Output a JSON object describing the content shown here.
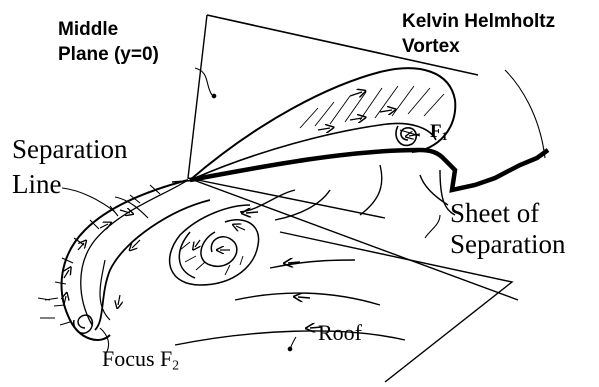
{
  "labels": {
    "middle_plane_line1": "Middle",
    "middle_plane_line2": "Plane (y=0)",
    "kh_line1": "Kelvin Helmholtz",
    "kh_line2": "Vortex",
    "f1_letter": "F",
    "f1_sub": "1",
    "separation_line1": "Separation",
    "separation_line2": "Line",
    "sheet_line1": "Sheet of",
    "sheet_line2": "Separation",
    "roof": "Roof",
    "focus_prefix": "Focus F",
    "focus_sub": "2"
  },
  "colors": {
    "ink": "#000000",
    "background": "#ffffff"
  }
}
